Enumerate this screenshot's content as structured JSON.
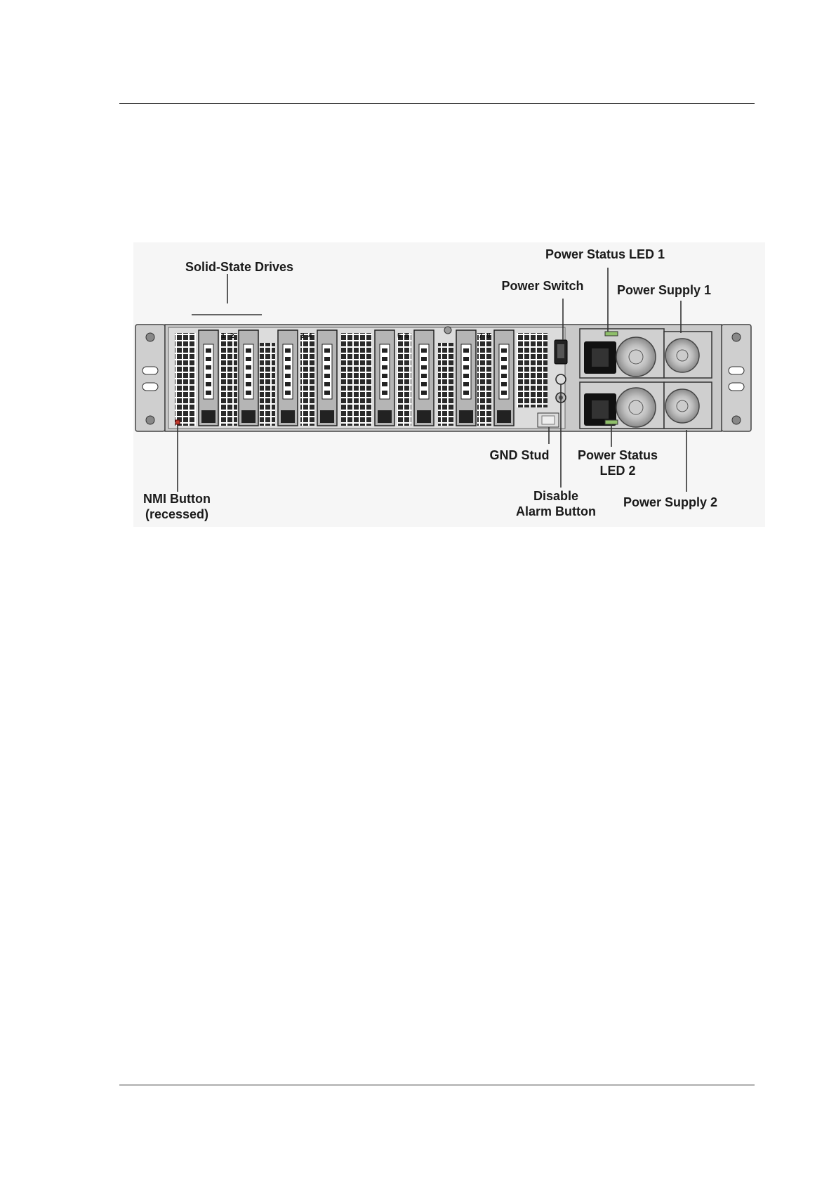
{
  "figure": {
    "callouts": {
      "solid_state_drives": "Solid-State Drives",
      "power_status_led_1": "Power Status LED 1",
      "power_switch": "Power Switch",
      "power_supply_1": "Power Supply 1",
      "gnd_stud": "GND Stud",
      "power_status_led_2_line1": "Power Status",
      "power_status_led_2_line2": "LED 2",
      "nmi_button_line1": "NMI Button",
      "nmi_button_line2": "(recessed)",
      "disable_alarm_line1": "Disable",
      "disable_alarm_line2": "Alarm Button",
      "power_supply_2": "Power Supply 2"
    },
    "drive_slot_numbers": [
      "1",
      "2",
      "3",
      "4",
      "5",
      "6",
      "7",
      "8"
    ]
  }
}
